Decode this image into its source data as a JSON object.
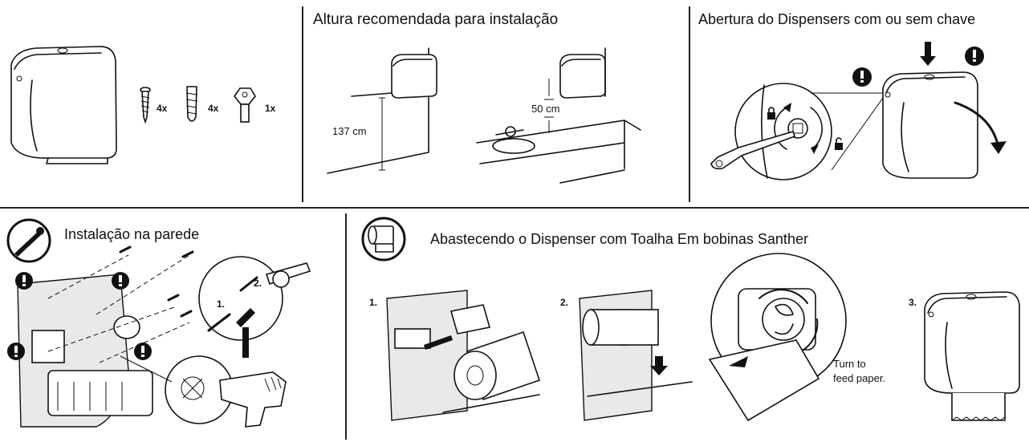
{
  "panel_contents": {
    "qty_screws": "4x",
    "qty_anchors": "4x",
    "qty_key": "1x"
  },
  "panel_height": {
    "title": "Altura recomendada para instalação",
    "label_height": "137 cm",
    "label_gap": "50 cm"
  },
  "panel_open": {
    "title": "Abertura do Dispensers com ou sem chave"
  },
  "panel_wall": {
    "title": "Instalação na parede",
    "step1": "1.",
    "step2": "2."
  },
  "panel_load": {
    "title": "Abastecendo o Dispenser com Toalha Em bobinas Santher",
    "step1": "1.",
    "step2": "2.",
    "step3": "3.",
    "turn_line1": "Turn to",
    "turn_line2": "feed paper."
  },
  "icons": {
    "warning": "exclamation-circle-icon",
    "screw": "screw-icon",
    "roll": "paper-roll-icon"
  }
}
